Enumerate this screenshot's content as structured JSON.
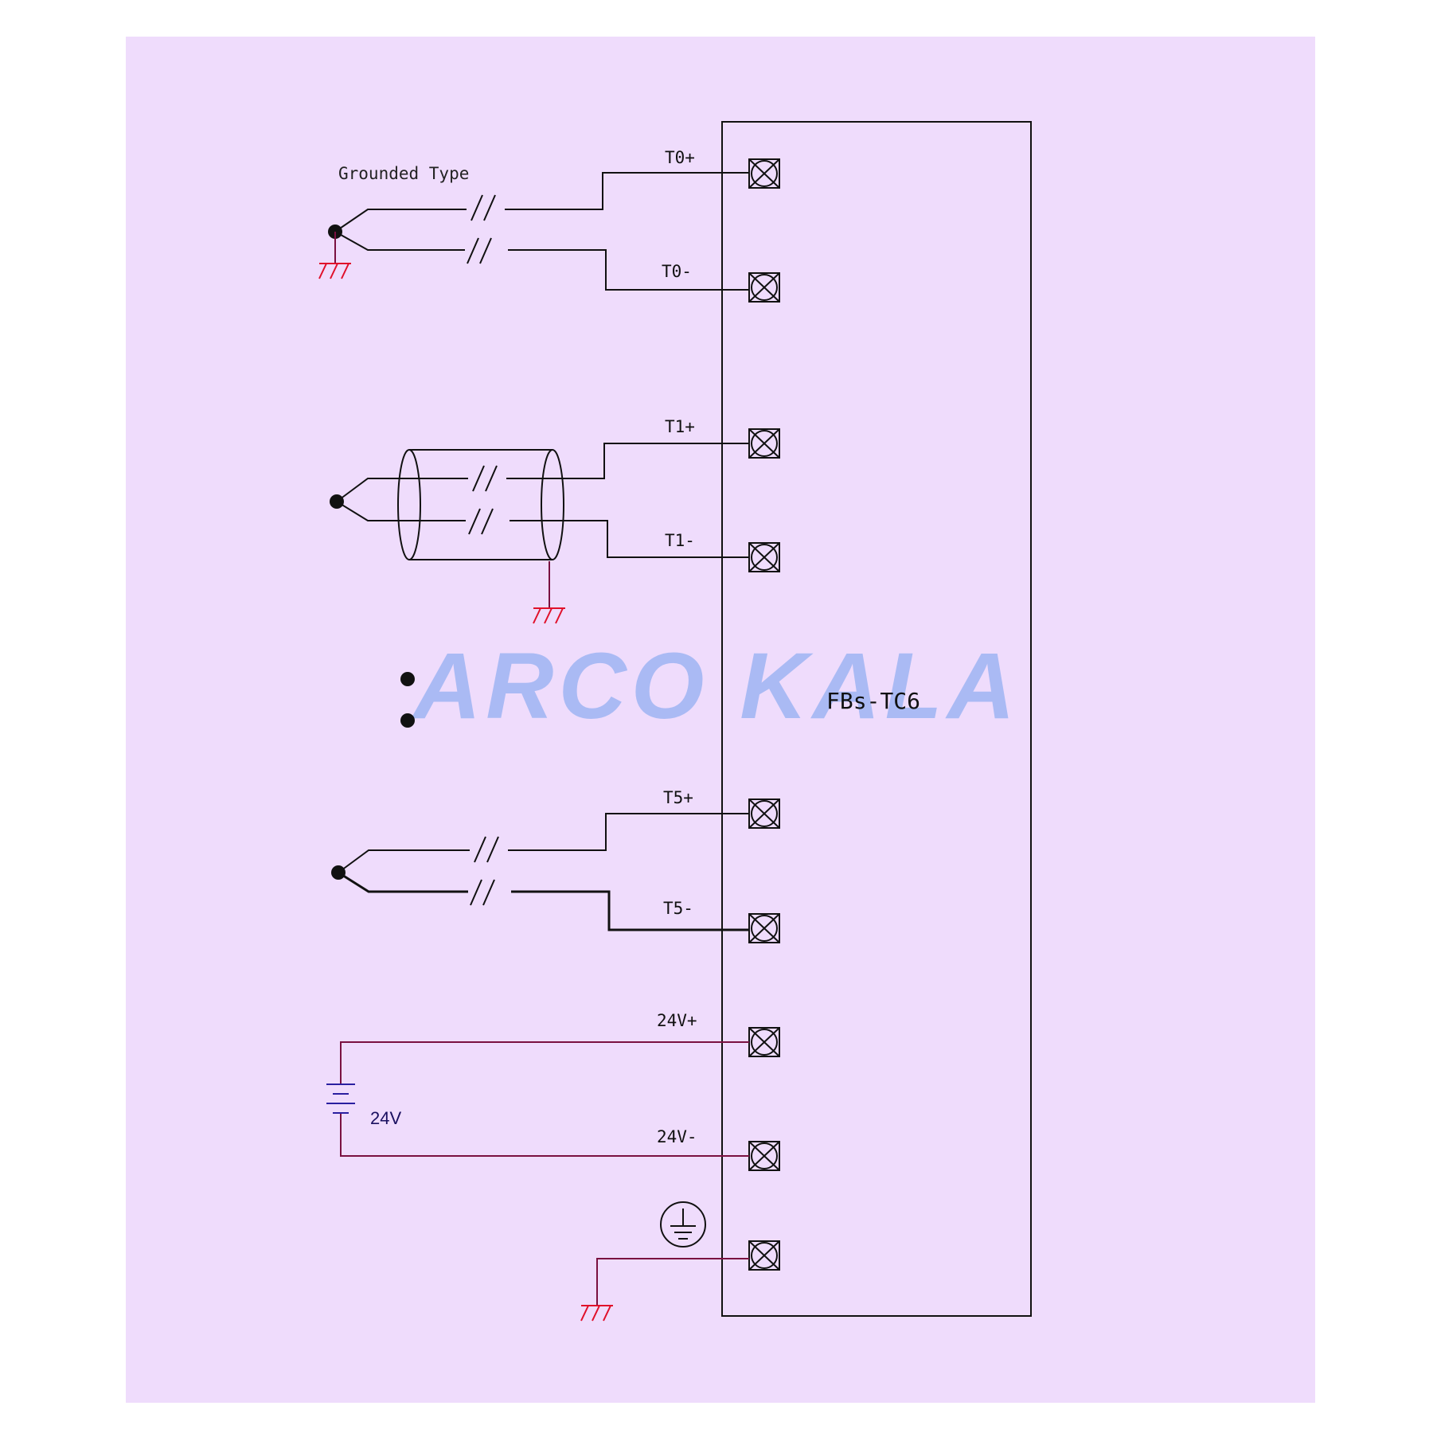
{
  "diagram": {
    "module_label": "FBs-TC6",
    "sensor_type_label": "Grounded Type",
    "watermark_text": "ARCO KALA",
    "supply_label": "24V",
    "terminals": {
      "t0_plus": "T0+",
      "t0_minus": "T0-",
      "t1_plus": "T1+",
      "t1_minus": "T1-",
      "t5_plus": "T5+",
      "t5_minus": "T5-",
      "v24_plus": "24V+",
      "v24_minus": "24V-"
    },
    "icons": {
      "terminal": "terminal-x-box-icon",
      "chassis_ground": "chassis-ground-icon",
      "protective_earth": "protective-earth-icon",
      "battery": "battery-icon",
      "break_mark": "cable-break-icon",
      "junction": "thermocouple-junction-icon"
    },
    "colors": {
      "background": "#efdcfc",
      "wire": "#111111",
      "power_wire": "#7a1040",
      "ground_symbol": "#e0102a",
      "battery_symbol": "#2a1fa0",
      "watermark": "#aabaf4"
    }
  }
}
